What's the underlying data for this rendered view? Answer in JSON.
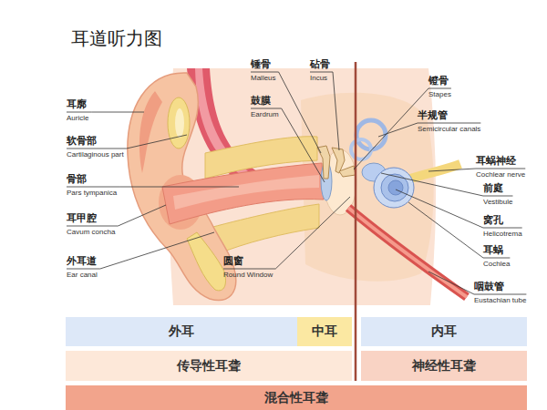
{
  "diagram": {
    "title": "耳道听力图",
    "nodes": [
      {
        "text": [
          "外耳"
        ]
      },
      {
        "text": [
          "中耳"
        ]
      },
      {
        "text": [
          "内耳"
        ]
      },
      {
        "text": [
          "传导性耳聋"
        ]
      },
      {
        "text": [
          "神经性耳聋"
        ]
      },
      {
        "text": [
          "混合性耳聋"
        ]
      }
    ],
    "labels": [
      "锤骨",
      "Malleus",
      "砧骨",
      "Incus",
      "镫骨",
      "Stapes",
      "耳廓",
      "Auricle",
      "鼓膜",
      "Eardrum",
      "半规管",
      "Semicircular canals",
      "软骨部",
      "Cartilaginous part",
      "耳蜗神经",
      "Cochlear nerve",
      "骨部",
      "Pars tympanica",
      "前庭",
      "Vestibule",
      "窝孔",
      "Helicotrema",
      "耳甲腔",
      "Cavum concha",
      "耳蜗",
      "Cochlea",
      "外耳道",
      "Ear canal",
      "圆窗",
      "Round Window",
      "咽鼓管",
      "Eustachian tube"
    ]
  }
}
